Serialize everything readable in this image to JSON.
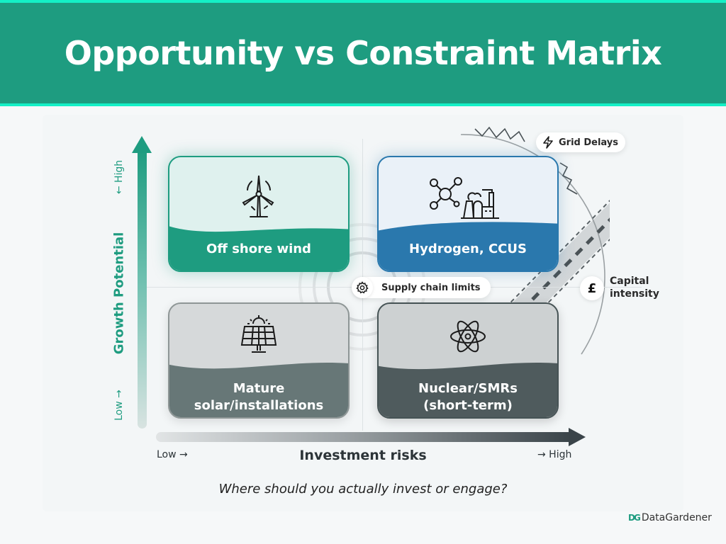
{
  "header": {
    "title": "Opportunity vs Constraint Matrix"
  },
  "colors": {
    "header_bg": "#1e9c80",
    "header_border": "#14f0c6",
    "wind": "#1e9c80",
    "hydrogen": "#2a78ad",
    "solar": "#677777",
    "nuclear": "#4f5b5d"
  },
  "matrix": {
    "y_axis": {
      "title": "Growth Potential",
      "low": "Low →",
      "high": "← High"
    },
    "x_axis": {
      "title": "Investment risks",
      "low": "Low →",
      "high": "→ High"
    },
    "quadrants": [
      {
        "id": "top-left",
        "label": "Off shore wind",
        "icon": "wind-turbine-icon"
      },
      {
        "id": "top-right",
        "label": "Hydrogen, CCUS",
        "icon": "molecule-factory-icon"
      },
      {
        "id": "bottom-left",
        "label_line1": "Mature",
        "label_line2": "solar/installations",
        "icon": "solar-panel-icon"
      },
      {
        "id": "bottom-right",
        "label_line1": "Nuclear/SMRs",
        "label_line2": "(short-term)",
        "icon": "atom-icon"
      }
    ],
    "constraints": [
      {
        "label": "Grid Delays",
        "icon": "lightning-icon"
      },
      {
        "label": "Supply chain limits",
        "icon": "gear-icon"
      },
      {
        "label_line1": "Capital",
        "label_line2": "intensity",
        "icon": "pound-icon",
        "glyph": "£"
      }
    ]
  },
  "footer": {
    "question": "Where should you actually invest or engage?",
    "brand": "DataGardener",
    "brand_logo": "DG"
  }
}
